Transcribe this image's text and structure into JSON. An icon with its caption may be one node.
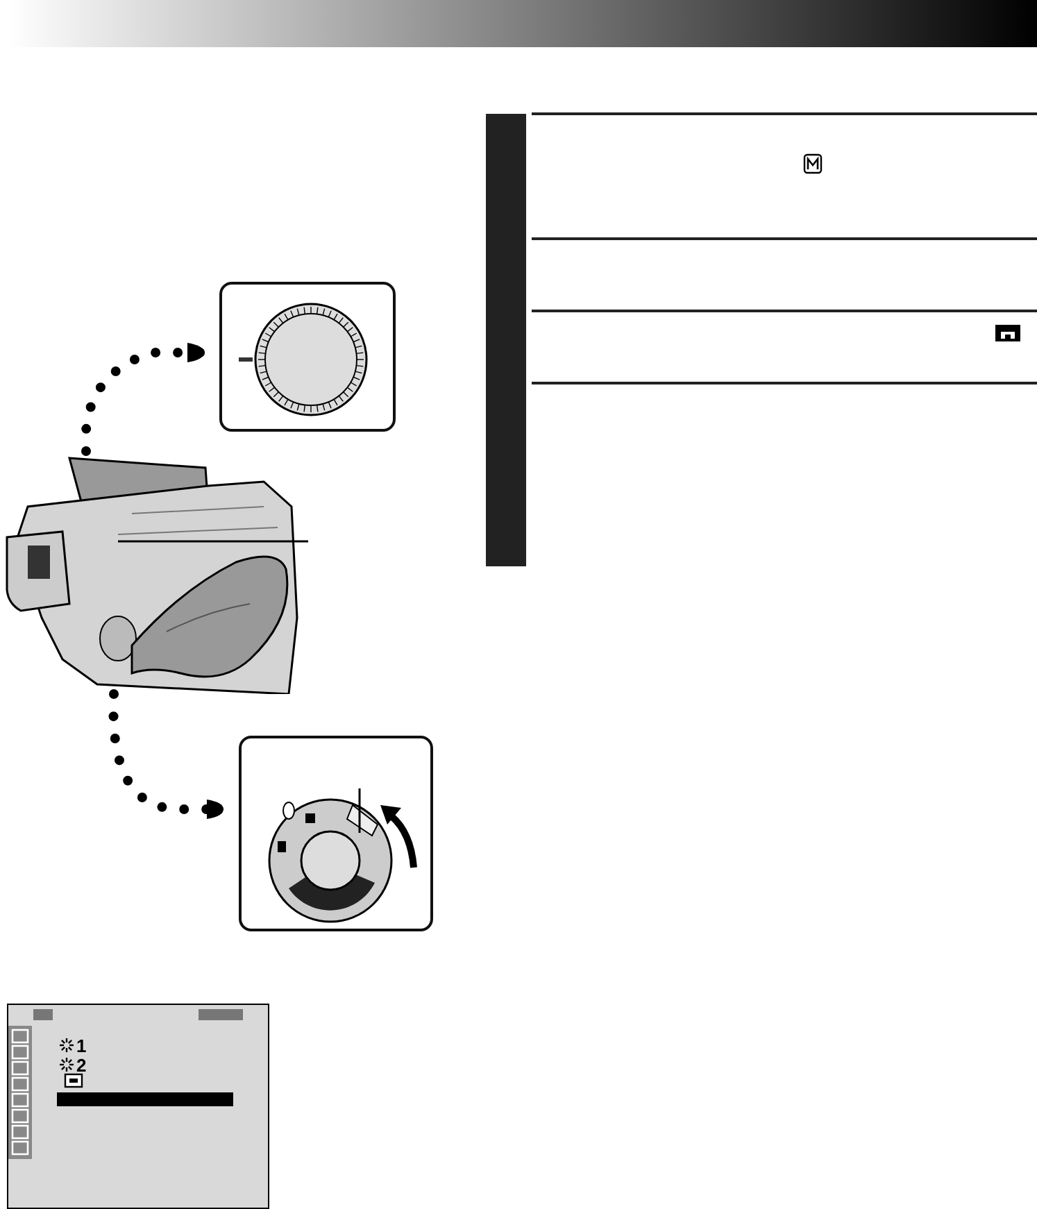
{
  "diagram": {
    "nodes": [
      {
        "text": [],
        "shape": "picture"
      },
      {
        "text": [],
        "shape": "box"
      },
      {
        "text": [],
        "shape": "box"
      },
      {
        "text": [
          "1",
          "2"
        ]
      }
    ],
    "edges": [
      {
        "from": 0,
        "to": 1,
        "arrow": "to",
        "style": "dashed"
      },
      {
        "from": 0,
        "to": 2,
        "arrow": "to",
        "style": "dashed"
      },
      {
        "from": null,
        "to": 0,
        "arrow": "none"
      },
      {
        "from": null,
        "to": 2,
        "arrow": "none"
      }
    ]
  }
}
